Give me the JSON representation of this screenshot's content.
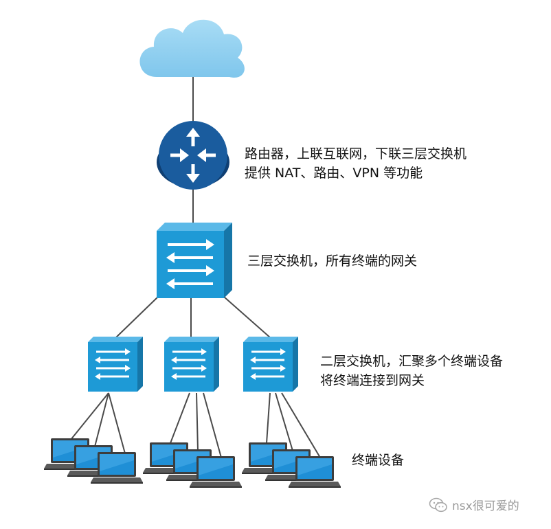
{
  "labels": {
    "router_line1": "路由器，上联互联网，下联三层交换机",
    "router_line2": "提供 NAT、路由、VPN 等功能",
    "l3_switch": "三层交换机，所有终端的网关",
    "l2_line1": "二层交换机，汇聚多个终端设备",
    "l2_line2": "将终端连接到网关",
    "terminals": "终端设备"
  },
  "watermark": {
    "text": "nsx很可爱的",
    "icon": "wechat-icon"
  },
  "icons": {
    "cloud": "cloud-icon",
    "router": "router-icon",
    "l3_switch": "layer3-switch-icon",
    "l2_switch": "layer2-switch-icon",
    "laptop": "laptop-icon"
  },
  "colors": {
    "cloud": "#8fd0f0",
    "router": "#1a5c9e",
    "switch": "#1e9ad6",
    "switch_dark": "#1676a8",
    "laptop_screen": "#1f8fd6",
    "link": "#4a4a4a"
  }
}
